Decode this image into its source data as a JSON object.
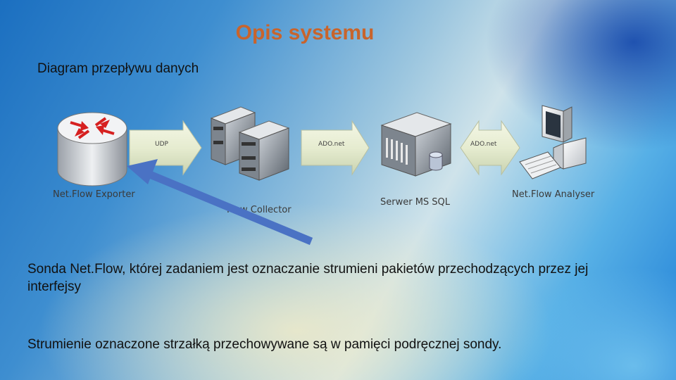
{
  "title": "Opis systemu",
  "subtitle": "Diagram przepływu danych",
  "diagram": {
    "nodes": {
      "exporter": "Net.Flow Exporter",
      "collector": "Flow Collector",
      "sql": "Serwer MS SQL",
      "analyser": "Net.Flow Analyser"
    },
    "arrows": {
      "a1": "UDP",
      "a2": "ADO.net",
      "a3": "ADO.net"
    },
    "pointer_color": "#4a72c4"
  },
  "paragraphs": {
    "p1": "Sonda Net.Flow, której zadaniem jest oznaczanie strumieni  pakietów przechodzących przez jej interfejsy",
    "p2": "Strumienie oznaczone strzałką przechowywane są w pamięci podręcznej sondy."
  }
}
